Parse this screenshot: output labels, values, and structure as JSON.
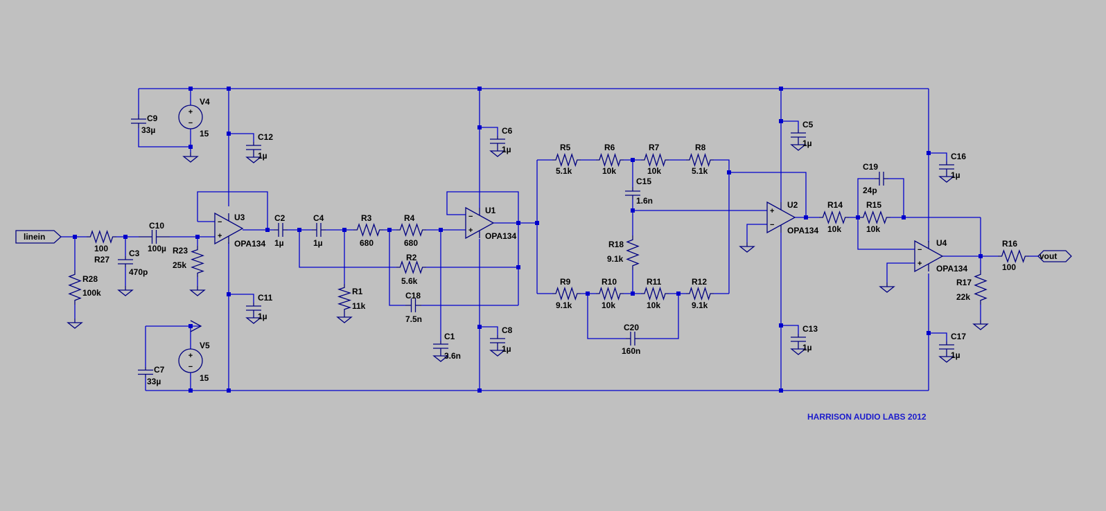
{
  "credit": "HARRISON AUDIO LABS 2012",
  "ports": {
    "in": "linein",
    "out": "vout"
  },
  "components": {
    "V4": {
      "name": "V4",
      "value": "15"
    },
    "V5": {
      "name": "V5",
      "value": "15"
    },
    "C9": {
      "name": "C9",
      "value": "33µ"
    },
    "C7": {
      "name": "C7",
      "value": "33µ"
    },
    "C12": {
      "name": "C12",
      "value": "1µ"
    },
    "C11": {
      "name": "C11",
      "value": "1µ"
    },
    "C6": {
      "name": "C6",
      "value": "1µ"
    },
    "C8": {
      "name": "C8",
      "value": "1µ"
    },
    "C5": {
      "name": "C5",
      "value": "1µ"
    },
    "C13": {
      "name": "C13",
      "value": "1µ"
    },
    "C16": {
      "name": "C16",
      "value": "1µ"
    },
    "C17": {
      "name": "C17",
      "value": "1µ"
    },
    "R27": {
      "name": "R27",
      "value": "100"
    },
    "R28": {
      "name": "R28",
      "value": "100k"
    },
    "C10": {
      "name": "C10",
      "value": "100µ"
    },
    "C3": {
      "name": "C3",
      "value": "470p"
    },
    "R23": {
      "name": "R23",
      "value": "25k"
    },
    "U3": {
      "name": "U3",
      "value": "OPA134"
    },
    "C2": {
      "name": "C2",
      "value": "1µ"
    },
    "C4": {
      "name": "C4",
      "value": "1µ"
    },
    "R3": {
      "name": "R3",
      "value": "680"
    },
    "R4": {
      "name": "R4",
      "value": "680"
    },
    "R1": {
      "name": "R1",
      "value": "11k"
    },
    "R2": {
      "name": "R2",
      "value": "5.6k"
    },
    "C18": {
      "name": "C18",
      "value": "7.5n"
    },
    "C1": {
      "name": "C1",
      "value": "3.6n"
    },
    "U1": {
      "name": "U1",
      "value": "OPA134"
    },
    "R5": {
      "name": "R5",
      "value": "5.1k"
    },
    "R6": {
      "name": "R6",
      "value": "10k"
    },
    "R7": {
      "name": "R7",
      "value": "10k"
    },
    "R8": {
      "name": "R8",
      "value": "5.1k"
    },
    "C15": {
      "name": "C15",
      "value": "1.6n"
    },
    "R18": {
      "name": "R18",
      "value": "9.1k"
    },
    "R9": {
      "name": "R9",
      "value": "9.1k"
    },
    "R10": {
      "name": "R10",
      "value": "10k"
    },
    "R11": {
      "name": "R11",
      "value": "10k"
    },
    "R12": {
      "name": "R12",
      "value": "9.1k"
    },
    "C20": {
      "name": "C20",
      "value": "160n"
    },
    "U2": {
      "name": "U2",
      "value": "OPA134"
    },
    "R14": {
      "name": "R14",
      "value": "10k"
    },
    "R15": {
      "name": "R15",
      "value": "10k"
    },
    "C19": {
      "name": "C19",
      "value": "24p"
    },
    "U4": {
      "name": "U4",
      "value": "OPA134"
    },
    "R16": {
      "name": "R16",
      "value": "100"
    },
    "R17": {
      "name": "R17",
      "value": "22k"
    }
  }
}
